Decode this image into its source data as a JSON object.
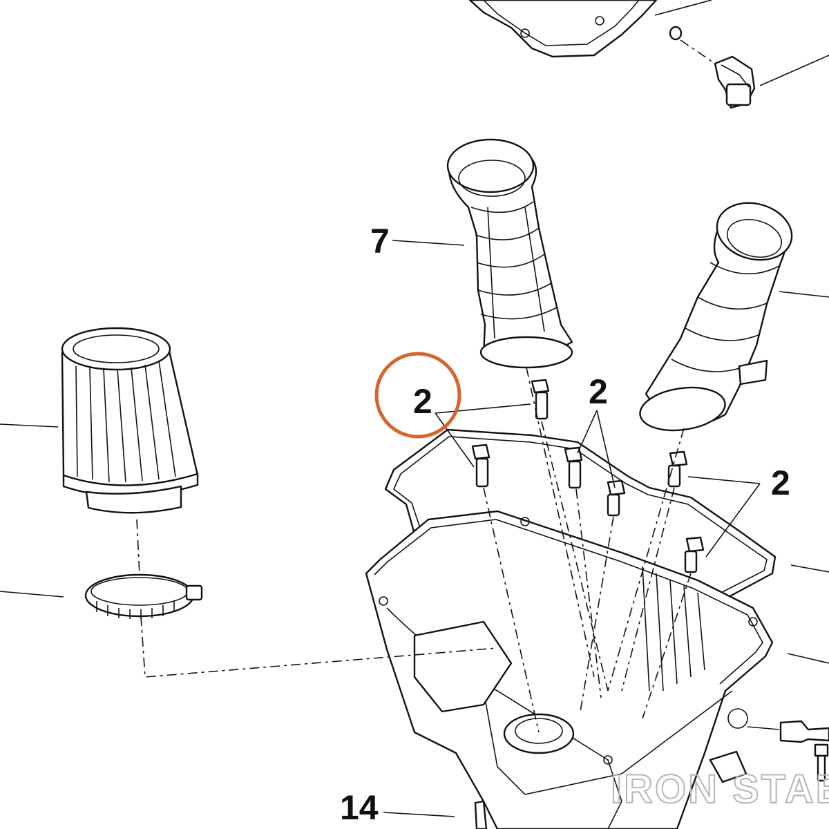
{
  "callouts": {
    "c7": "7",
    "c2_highlighted": "2",
    "c2_middle": "2",
    "c2_right": "2",
    "c14": "14"
  },
  "watermark": "IRON STABLE",
  "highlight": {
    "color": "#d2662f",
    "target": "c2_highlighted"
  },
  "line_color": "#111111"
}
